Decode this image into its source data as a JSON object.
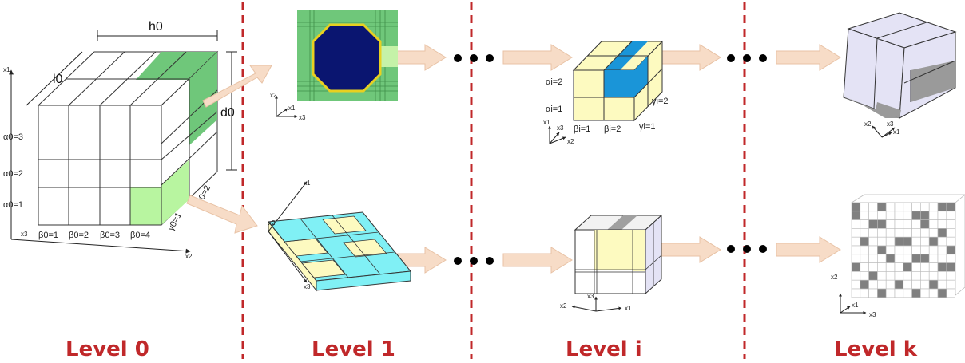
{
  "levels": {
    "level0": "Level 0",
    "level1": "Level 1",
    "leveli": "Level i",
    "levelk": "Level k"
  },
  "level0_cube": {
    "h_label": "h0",
    "l_label": "l0",
    "d_label": "d0",
    "x1": "x1",
    "x2": "x2",
    "x3": "x3",
    "alpha": [
      "α0=1",
      "α0=2",
      "α0=3"
    ],
    "beta": [
      "β0=1",
      "β0=2",
      "β0=3",
      "β0=4"
    ],
    "gamma": [
      "γ0=1",
      "γ0=2"
    ]
  },
  "leveli_cube": {
    "alpha": [
      "αi=1",
      "αi=2"
    ],
    "beta": [
      "βi=1",
      "βi=2"
    ],
    "gamma": [
      "γi=1",
      "γi=2"
    ]
  },
  "axes": {
    "x1": "x1",
    "x2": "x2",
    "x3": "x3"
  },
  "colors": {
    "divider": "#c0282a",
    "arrow": "#f7dcc7",
    "green": "#6fc77a",
    "light_green": "#b8f5a0",
    "navy": "#0a1570",
    "yellow": "#fdfac0",
    "blue": "#1a95d8",
    "cyan": "#80f0f5",
    "lavender": "#e4e3f5",
    "gray": "#808080"
  }
}
